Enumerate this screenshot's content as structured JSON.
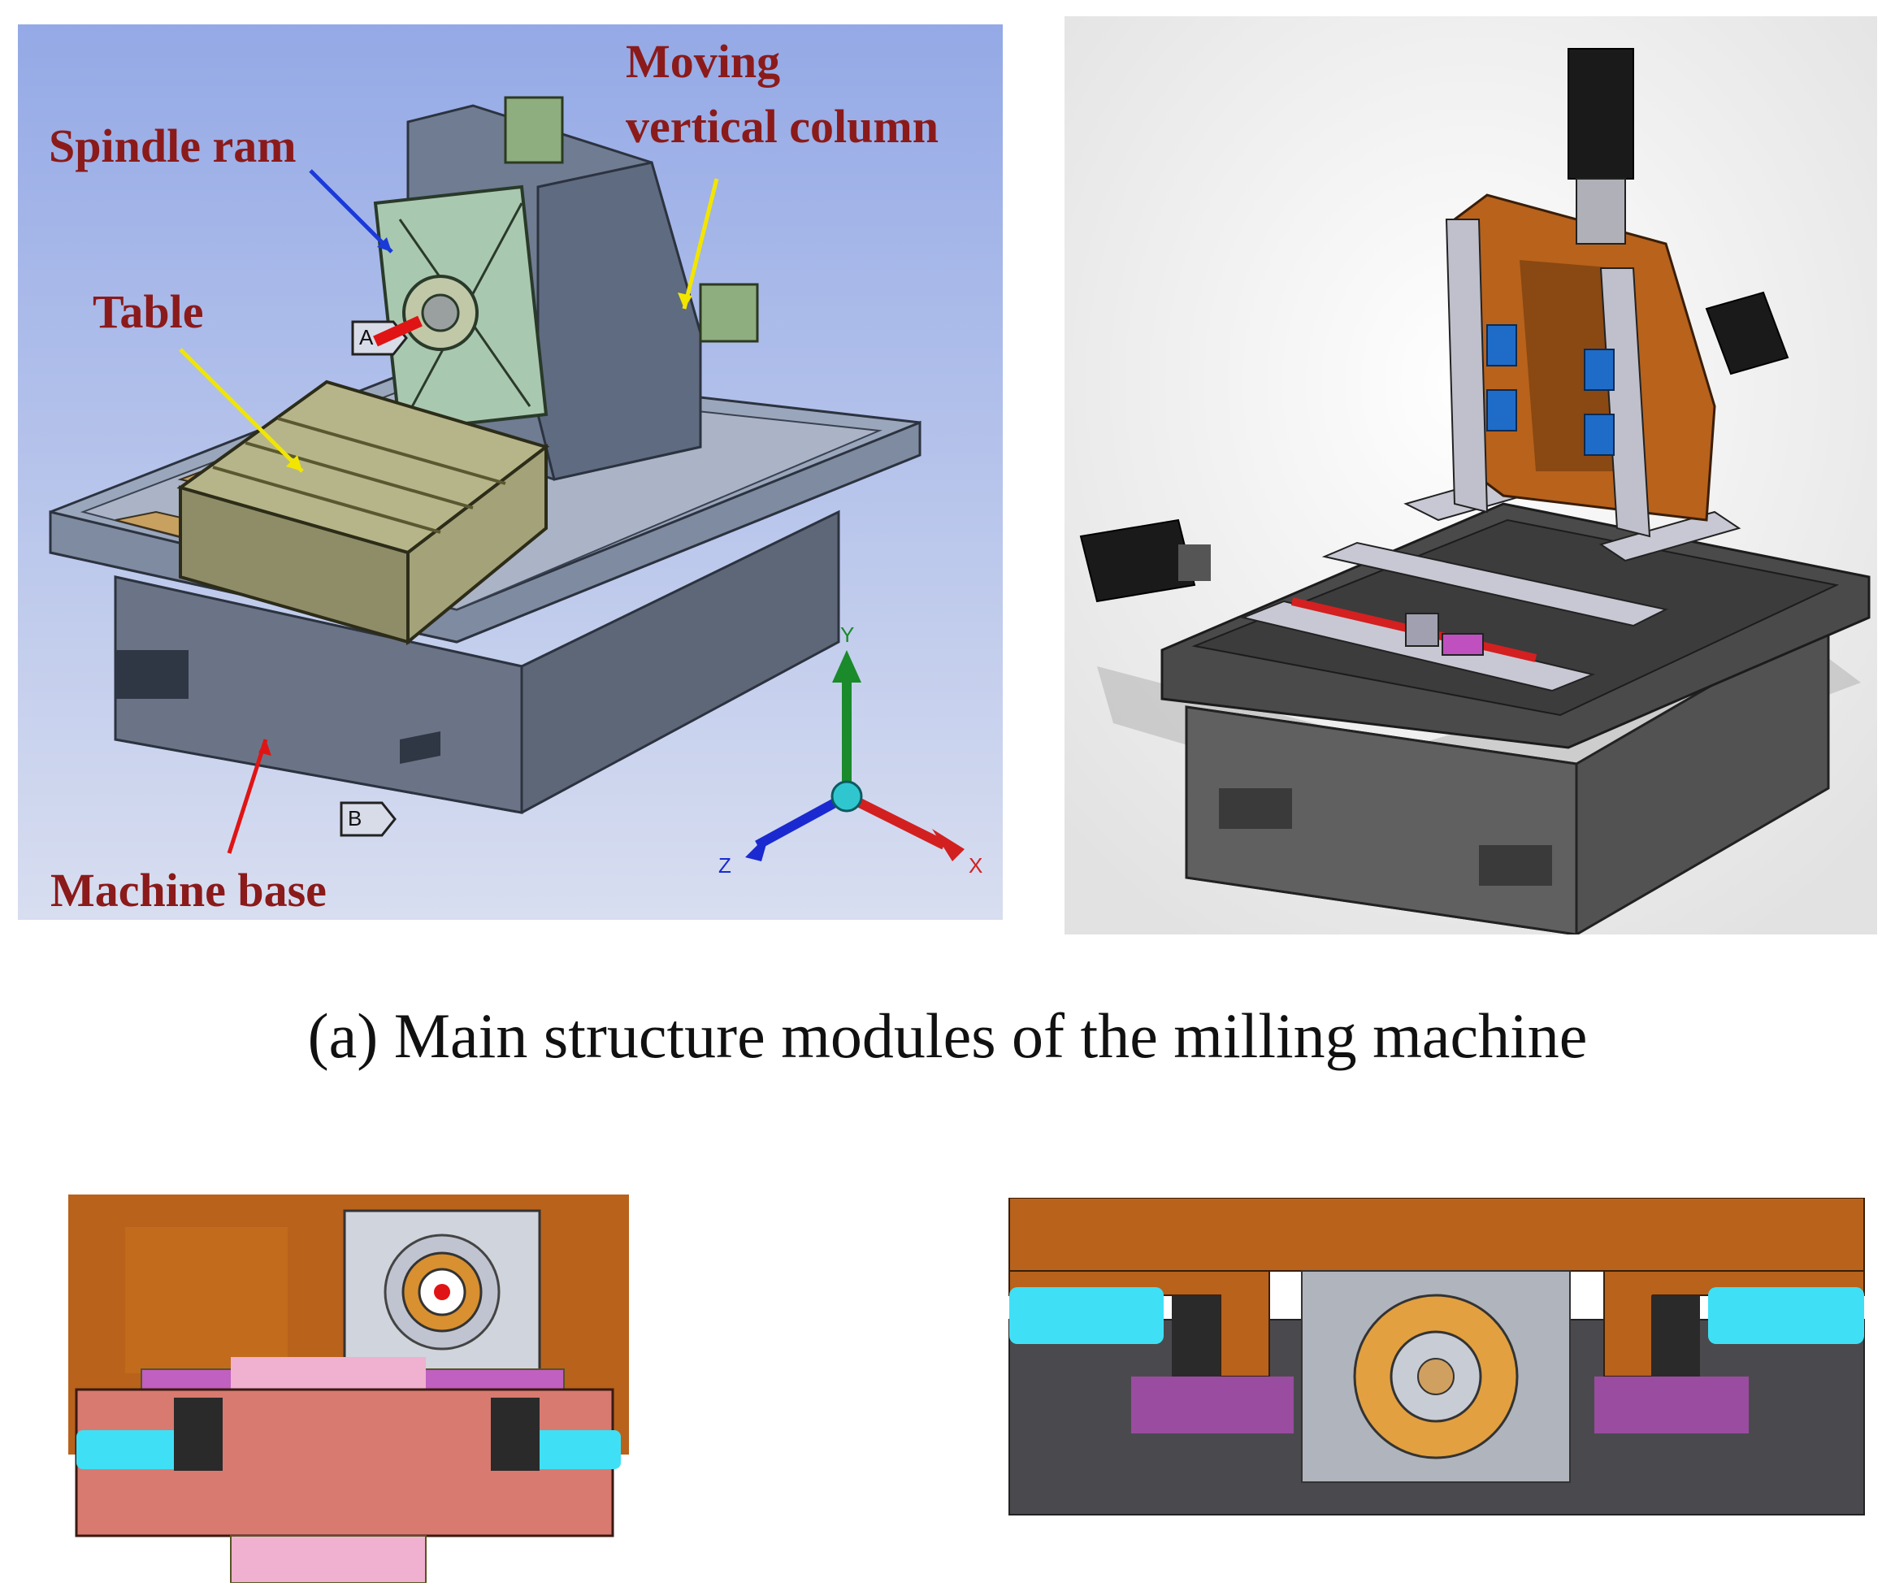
{
  "labels": {
    "moving_column": [
      "Moving",
      "vertical column"
    ],
    "spindle_ram": "Spindle ram",
    "table": "Table",
    "machine_base": "Machine base"
  },
  "axes": {
    "x": "X",
    "y": "Y",
    "z": "Z"
  },
  "view_markers": {
    "a": "A",
    "b": "B"
  },
  "caption": "(a) Main structure modules of the milling machine",
  "colors": {
    "label_text": "#8b1a1a",
    "arrow_blue": "#1a3ad8",
    "arrow_yellow": "#f2e600",
    "arrow_red": "#e01414",
    "cad_background": "#a9b8e8",
    "axis_x": "#d22020",
    "axis_y": "#1a8a2a",
    "axis_z": "#1a2ad0",
    "orange_part": "#b8621c",
    "guide_cyan": "#3fe0f5"
  }
}
